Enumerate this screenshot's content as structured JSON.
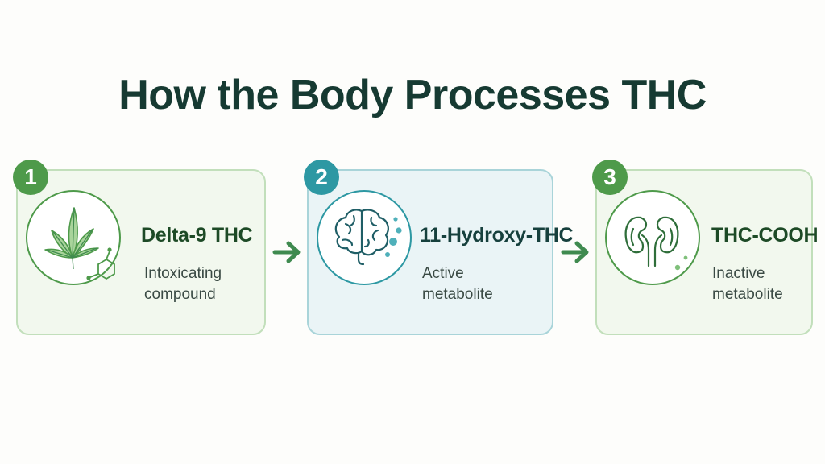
{
  "title": "How the Body Processes THC",
  "steps": [
    {
      "number": "1",
      "name": "Delta-9 THC",
      "description": "Intoxicating compound",
      "icon": "cannabis-leaf-icon"
    },
    {
      "number": "2",
      "name": "11-Hydroxy-THC",
      "description": "Active metabolite",
      "icon": "brain-icon"
    },
    {
      "number": "3",
      "name": "THC-COOH",
      "description": "Inactive metabolite",
      "icon": "kidneys-icon"
    }
  ],
  "colors": {
    "green": "#4e9a4a",
    "teal": "#2d98a3",
    "title": "#163a32",
    "arrow": "#3f8a4f"
  }
}
